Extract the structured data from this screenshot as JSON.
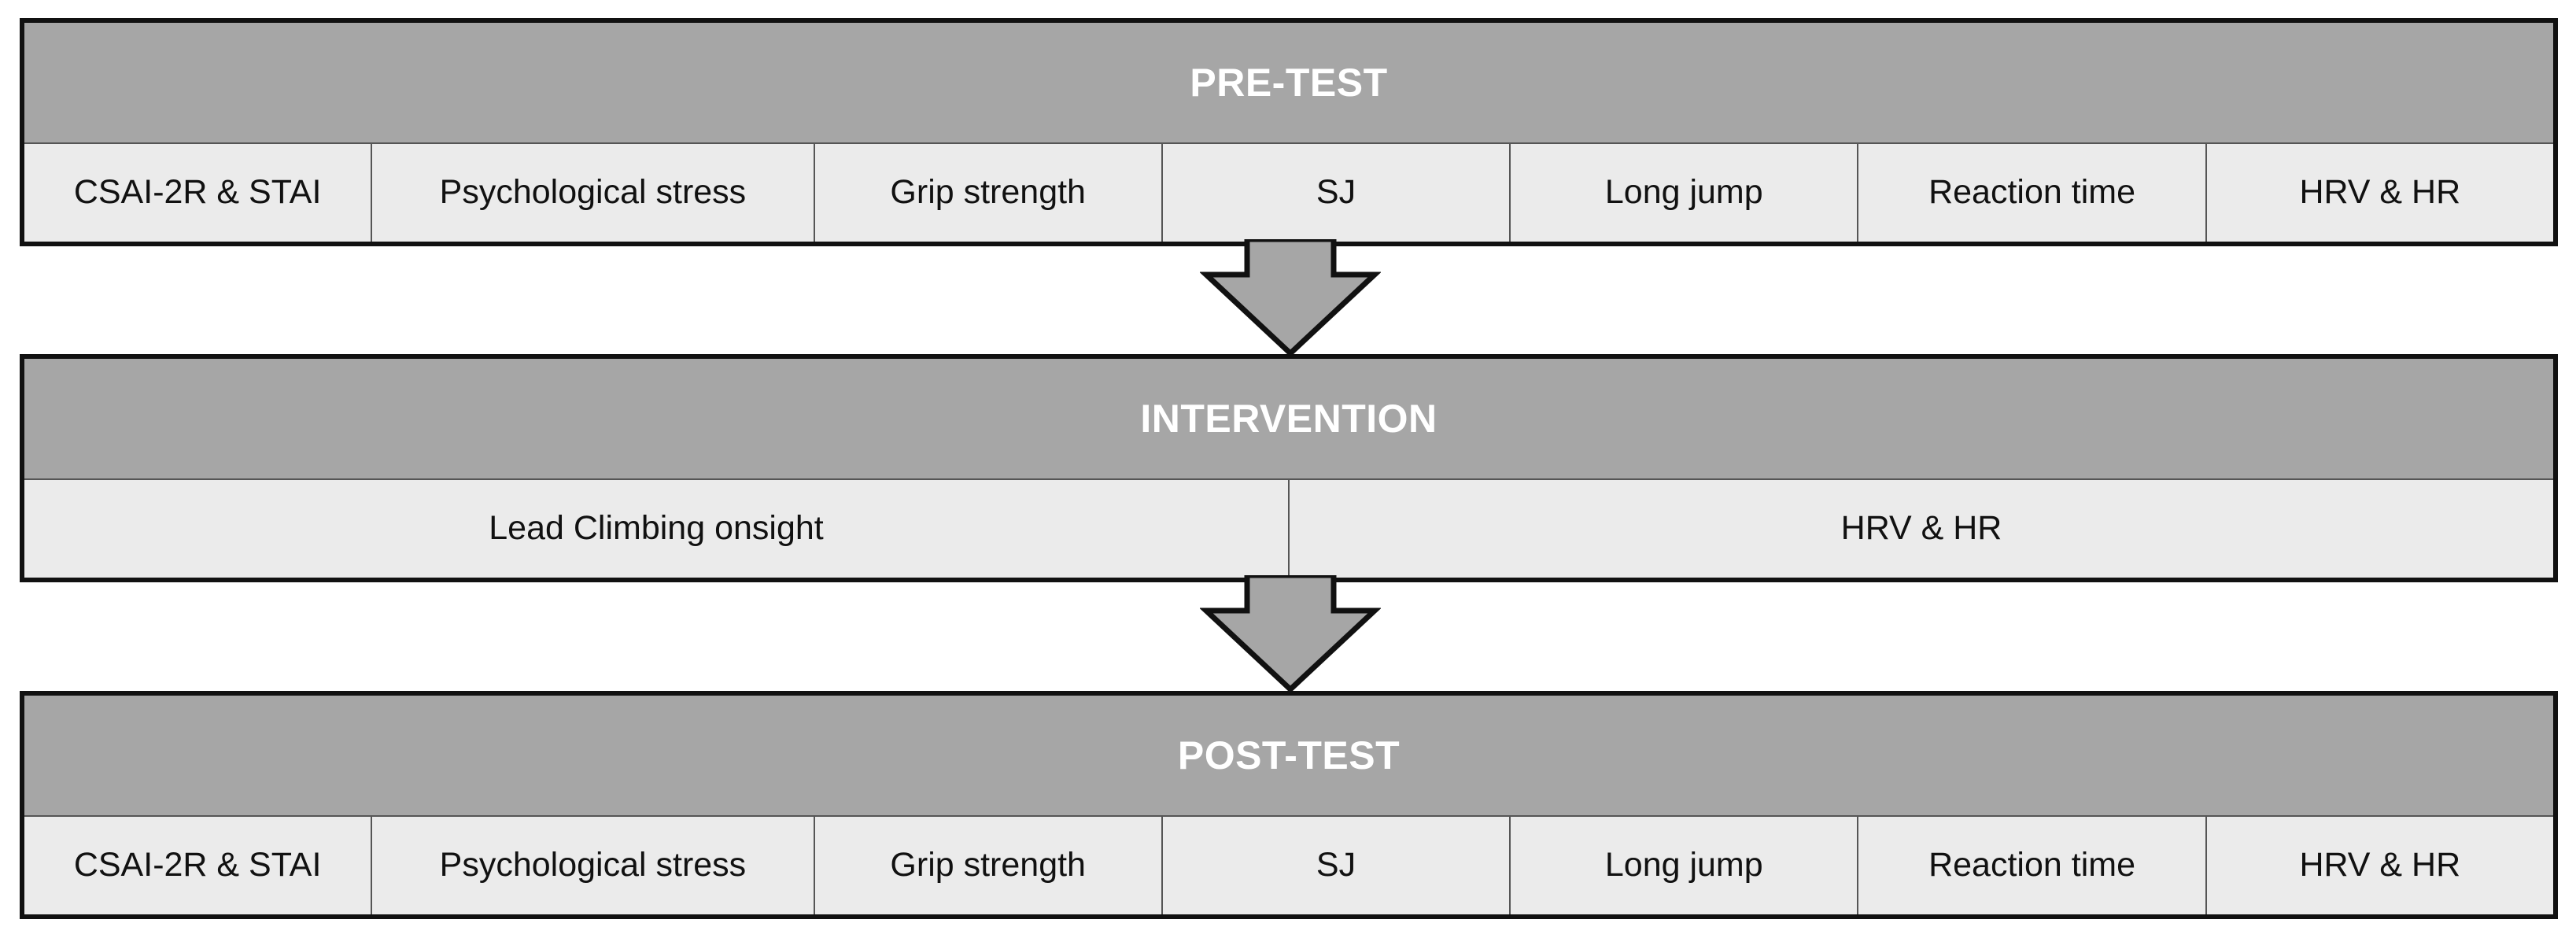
{
  "pre_test": {
    "title": "PRE-TEST",
    "items": [
      "CSAI-2R & STAI",
      "Psychological stress",
      "Grip strength",
      "SJ",
      "Long jump",
      "Reaction time",
      "HRV & HR"
    ]
  },
  "intervention": {
    "title": "INTERVENTION",
    "items": [
      "Lead Climbing onsight",
      "HRV & HR"
    ]
  },
  "post_test": {
    "title": "POST-TEST",
    "items": [
      "CSAI-2R & STAI",
      "Psychological stress",
      "Grip strength",
      "SJ",
      "Long jump",
      "Reaction time",
      "HRV & HR"
    ]
  },
  "colors": {
    "header_fill": "#a6a6a6",
    "cell_fill": "#ebebeb",
    "arrow_fill": "#a6a6a6",
    "border": "#111111"
  },
  "icons": [
    "down-arrow-icon"
  ]
}
